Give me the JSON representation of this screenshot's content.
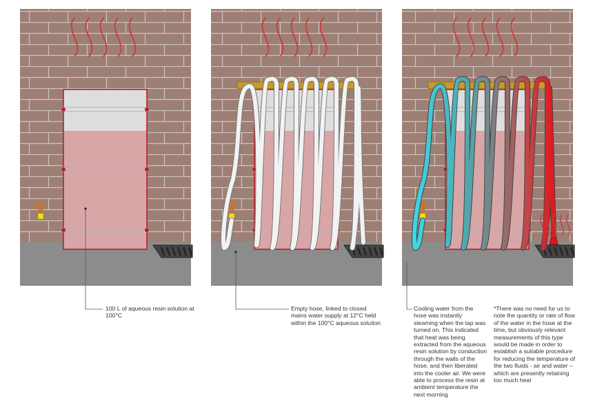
{
  "captions": {
    "panel1": "100 L of aqueous resin solution at\n100°C",
    "panel2": "Empty hose, linked to closed\nmains water supply at 12°C held\nwithin the 100°C aqueous solution",
    "panel3": "Cooling water from the\nhose was instantly\nsteaming when the tap was\nturned on. This indicated\nthat heat was being\nextracted  from the aqueous\nresin solution by conduction\nthrough the walls of the\nhose, and then liberated\ninto the cooler air. We were\nable to process the resin at\nambient temperature the\nnext morning",
    "note": "*There was no need for us to\nnote the quantity or rate of flow\nof the water  in the hose at the\ntime,  but obviously relevant\nmeasurements of this type\nwould be made in order to\nestablish a suitable procedure\nfor reducing the temperature of\nthe two fluids - air and water –\nwhich are presently retaining\ntoo much heat"
  },
  "colors": {
    "brick": "#9e7f75",
    "mortar": "#cdc5c1",
    "floor": "#8c8c8c",
    "drum_outline": "#b5202c",
    "drum_empty": "#dedede",
    "liquid": "#d9a6a8",
    "hose_empty": "#f2f2f2",
    "water_cold": "#3ed8e6",
    "water_hot": "#e2161c",
    "rail": "#c89a2a",
    "tap": "#b9793f",
    "tap_handle": "#f2e21b",
    "heat": "#cc3a3a"
  }
}
